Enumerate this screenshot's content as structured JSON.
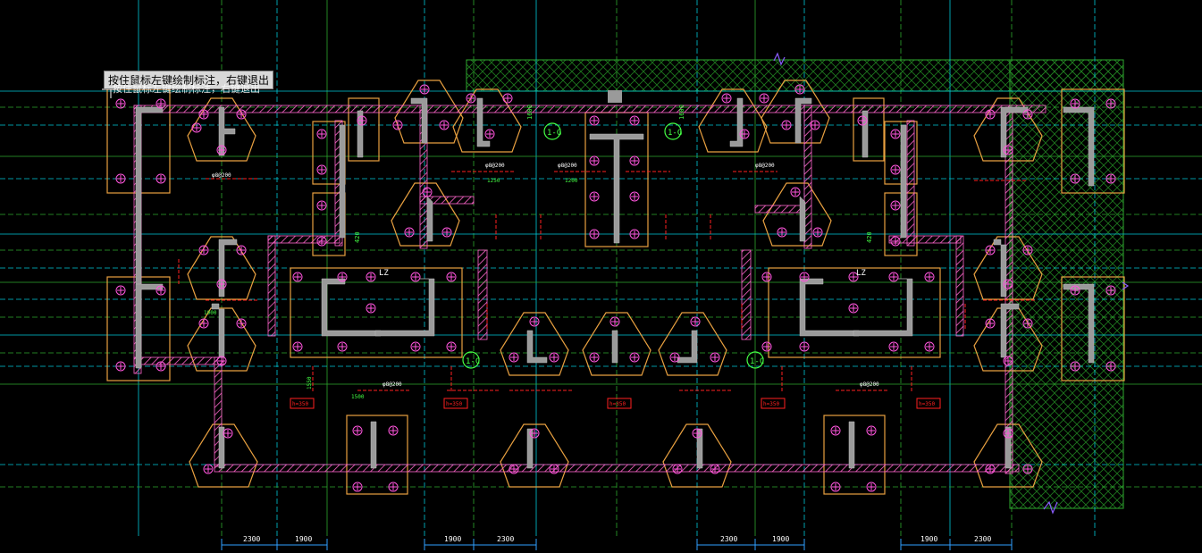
{
  "prompt": {
    "tooltip": "按住鼠标左键绘制标注，右键退出",
    "ghost": "按住鼠标左键绘制标注，右键退出"
  },
  "colors": {
    "background": "#000000",
    "grid_cyan": "#00c8d8",
    "grid_green": "#2ea82e",
    "wall": "#ff66cc",
    "column": "#9a9a9a",
    "footing": "#e8a040",
    "rebar_red": "#ff2020",
    "text_green": "#44ff44",
    "text_white": "#ffffff",
    "dim_cyan": "#30a0ff",
    "axis_bubble": "#44ff44",
    "hatch": "#1f7a1f"
  },
  "axis_bubbles": [
    "1-G",
    "1-G",
    "1-C",
    "1-C"
  ],
  "labels": {
    "lz_left": "LZ",
    "lz_right": "LZ",
    "h_tags": [
      "h=350",
      "h=350",
      "h=350",
      "h=350",
      "h=350"
    ],
    "dim_top_1600_a": "1600",
    "dim_top_1600_b": "1600",
    "dim_420_a": "420",
    "dim_420_b": "420"
  },
  "bottom_dims": {
    "group1": [
      "2300",
      "1900"
    ],
    "group2": [
      "1900",
      "2300"
    ],
    "group3": [
      "2300",
      "1900"
    ],
    "group4": [
      "1900",
      "2300"
    ]
  },
  "rebar_notes": {
    "a": "φ8@200",
    "b": "φ8@200",
    "c": "φ8@200",
    "d": "φ8@200",
    "e": "φ8@200",
    "f": "φ8@200"
  },
  "small_dims": {
    "a": "1250",
    "b": "1200",
    "c": "1500",
    "d": "1550",
    "e": "1900"
  }
}
